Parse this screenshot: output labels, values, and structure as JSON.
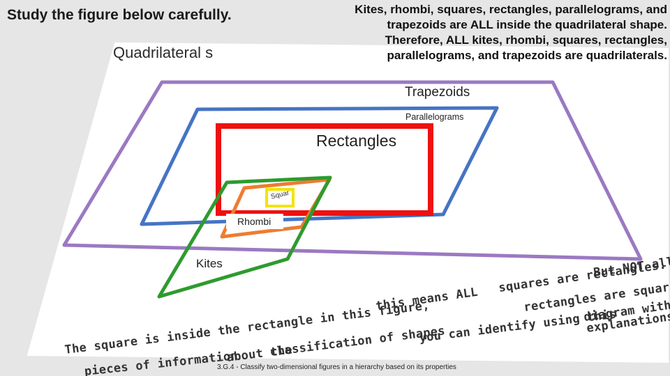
{
  "slide": {
    "heading": "Study the figure below carefully.",
    "intro": "Kites, rhombi, squares, rectangles, parallelograms, and trapezoids are ALL inside the quadrilateral shape. Therefore, ALL kites, rhombi, squares, rectangles, parallelograms, and trapezoids are quadrilaterals.",
    "labels": {
      "quadrilaterals": "Quadrilateral s",
      "trapezoids": "Trapezoids",
      "parallelograms": "Parallelograms",
      "rectangles": "Rectangles",
      "square": "Squar",
      "rhombi": "Rhombi",
      "kites": "Kites"
    },
    "colors": {
      "quadrilateral_outline": "#ffffff",
      "trapezoid": "#9b79c2",
      "parallelogram": "#4674c4",
      "rectangle": "#ee1111",
      "rhombus": "#ed7d31",
      "square": "#f2e400",
      "kite": "#2e9b2e"
    },
    "handwritten": {
      "line1": "But NOT all",
      "line2": "squares are rectangles.",
      "line3": "rectangles are squares.",
      "line4": "this means ALL",
      "line5": "diagram with",
      "line6": "The square is inside the rectangle in this figure,",
      "line7": "you can identify using this",
      "line8": "explanations.",
      "line9": "classification of shapes",
      "line10": "about the",
      "line11": "pieces of information"
    },
    "footer": "3.G.4 -  Classify two-dimensional figures in a hierarchy based on its properties"
  }
}
